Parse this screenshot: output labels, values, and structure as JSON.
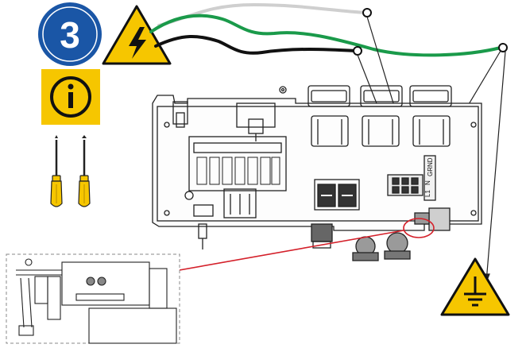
{
  "step": {
    "number": "3",
    "badge_color": "#1a56a6"
  },
  "warning_colors": {
    "yellow": "#f6c600",
    "outline": "#111111"
  },
  "icons": [
    "high-voltage-warning-icon",
    "info-instruction-icon",
    "ground-symbol-icon",
    "screwdriver-icon"
  ],
  "wires": {
    "green_color": "#1a9a4a",
    "black_color": "#111111",
    "gray_color": "#cfcfcf"
  },
  "terminal_block": {
    "labels": [
      "L1",
      "N",
      "GRND"
    ]
  },
  "highlight_color": "#d4202a"
}
